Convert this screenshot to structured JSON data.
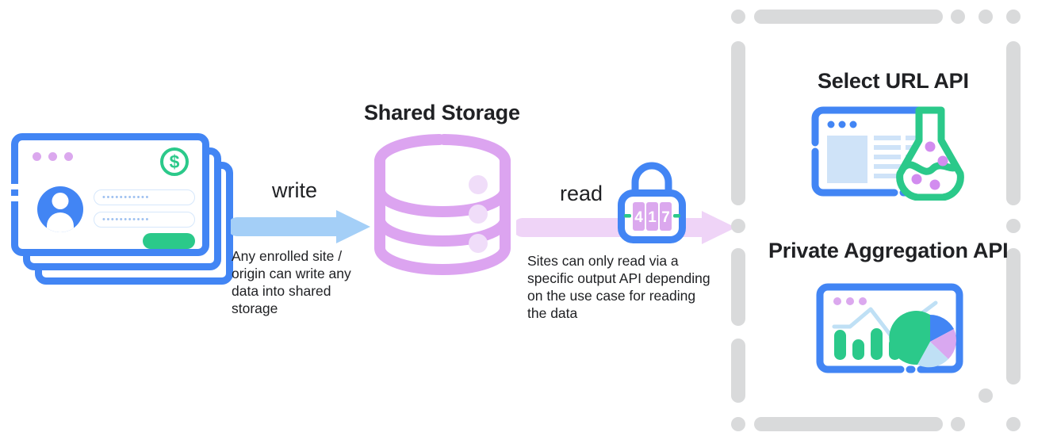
{
  "diagram": {
    "title_center": "Shared Storage",
    "write": {
      "label": "write",
      "caption": "Any enrolled site / origin can write any data into shared storage",
      "arrow_color": "#A4CFF7",
      "icon": "write-arrow-icon"
    },
    "read": {
      "label": "read",
      "caption": "Sites can only read via a specific output API depending on the use case for reading the data",
      "arrow_color": "#EFD4F7",
      "icon": "read-arrow-icon"
    },
    "lock": {
      "icon": "padlock-icon",
      "combination": "417",
      "digits": [
        "4",
        "1",
        "7"
      ],
      "body_color": "#4285F4",
      "dial_color": "#DBA8EE"
    },
    "database": {
      "icon": "database-cylinder-icon",
      "color": "#DCA4F0",
      "tiers": 3,
      "dot_color": "#F0DDF9"
    },
    "site_cards": {
      "icon": "browser-window-stack-icon",
      "count": 3,
      "border_color": "#4285F4",
      "window_dots": 3,
      "window_dot_color": "#DBA8EE",
      "coin_glyph": "$",
      "coin_color": "#2BC98A",
      "avatar_icon": "user-avatar-icon",
      "field_mask": "•••••••••••",
      "fields": 2,
      "submit_color": "#2BC98A"
    },
    "apis": [
      {
        "title": "Select URL API",
        "icon": "browser-with-flask-icon",
        "flask_color": "#2BC98A",
        "flask_dots": 4,
        "flask_dot_color": "#D28CEF",
        "browser_color": "#4285F4",
        "content_color": "#CFE3F8"
      },
      {
        "title": "Private Aggregation API",
        "icon": "browser-with-charts-icon",
        "browser_color": "#4285F4",
        "window_dots": 3,
        "window_dot_color": "#DBA8EE",
        "bar_color": "#2BC98A",
        "line_color": "#BFE0F5",
        "bars": [
          4,
          4
        ],
        "pie_slices": [
          {
            "label": "green",
            "color": "#2BC98A",
            "percent": 50
          },
          {
            "label": "blue",
            "color": "#4285F4",
            "percent": 20
          },
          {
            "label": "purple",
            "color": "#D9A8F0",
            "percent": 16
          },
          {
            "label": "light-blue",
            "color": "#BFE0F5",
            "percent": 14
          }
        ]
      }
    ],
    "panel": {
      "border_style": "dashed-rounded",
      "border_color": "#D9DADB"
    }
  }
}
